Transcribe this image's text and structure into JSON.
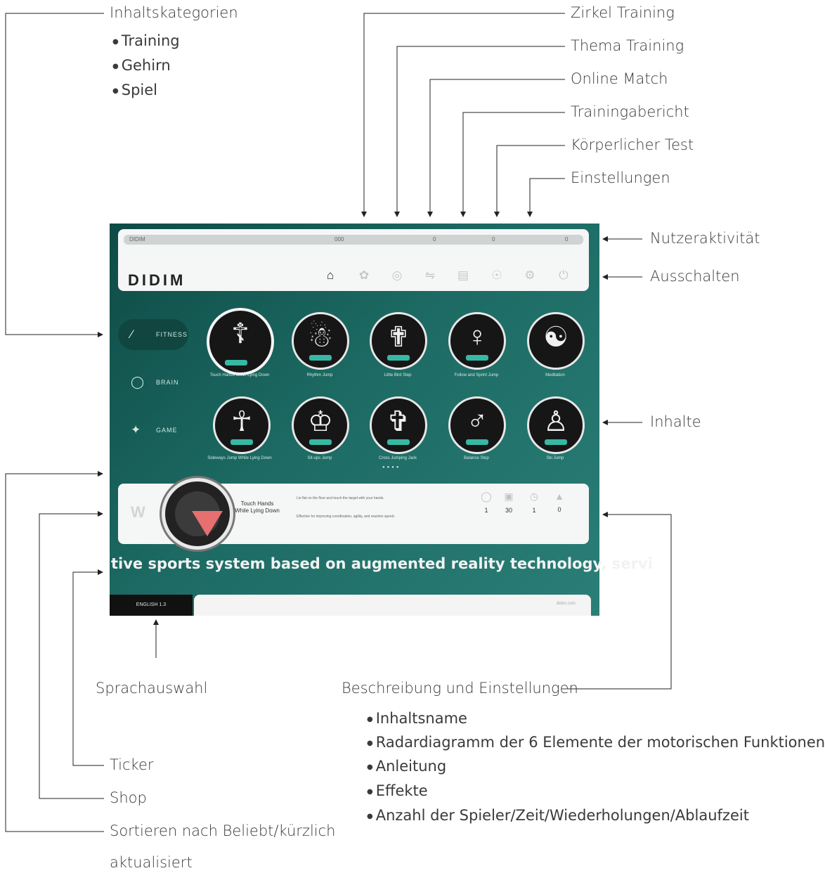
{
  "callouts": {
    "categories_title": "Inhaltskategorien",
    "category_items": [
      "Training",
      "Gehirn",
      "Spiel"
    ],
    "top": [
      "Zirkel Training",
      "Thema Training",
      "Online Match",
      "Trainingabericht",
      "Körperlicher Test",
      "Einstellungen"
    ],
    "user_activity": "Nutzeraktivität",
    "power_off": "Ausschalten",
    "contents": "Inhalte",
    "language": "Sprachauswahl",
    "description_title": "Beschreibung und Einstellungen",
    "description_items": [
      "Inhaltsname",
      "Radardiagramm der 6 Elemente der motorischen Funktionen",
      "Anleitung",
      "Effekte",
      "Anzahl der Spieler/Zeit/Wiederholungen/Ablaufzeit"
    ],
    "ticker": "Ticker",
    "shop": "Shop",
    "sort_line1": "Sortieren nach Beliebt/kürzlich",
    "sort_line2": "aktualisiert"
  },
  "screen": {
    "activity": {
      "user": "DIDIM",
      "v1": "000",
      "v2": "0",
      "v3": "0",
      "v4": "0"
    },
    "logo": "DIDIM",
    "nav_icons": [
      "home-icon",
      "circuit-icon",
      "theme-icon",
      "match-icon",
      "report-icon",
      "test-icon",
      "settings-icon",
      "power-icon"
    ],
    "categories": [
      {
        "label": "FITNESS",
        "icon": "fitness-icon",
        "active": true
      },
      {
        "label": "BRAIN",
        "icon": "brain-icon",
        "active": false
      },
      {
        "label": "GAME",
        "icon": "game-icon",
        "active": false
      }
    ],
    "tiles": [
      {
        "caption": "Touch Hands While Lying Down"
      },
      {
        "caption": "Rhythm Jump"
      },
      {
        "caption": "Little Bird Step"
      },
      {
        "caption": "Follow and Sprint Jump"
      },
      {
        "caption": "Meditation"
      },
      {
        "caption": "Sideways Jump While Lying Down"
      },
      {
        "caption": "Sit-ups Jump"
      },
      {
        "caption": "Cross Jumping Jack"
      },
      {
        "caption": "Balance Step"
      },
      {
        "caption": "Ski Jump"
      }
    ],
    "accent": "#e66f70",
    "teal": "#1c6a63",
    "content_name_line1": "Touch Hands",
    "content_name_line2": "While Lying Down",
    "instruction1": "Lie flat on the floor and touch the target with your hands.",
    "instruction2": "Effective for improving coordination, agility, and reaction speed.",
    "stats": [
      "1",
      "30",
      "1",
      "0"
    ],
    "ticker_text": "tive sports system based on augmented reality technology, servi",
    "language": "ENGLISH 1.3",
    "footer_text": "didim.com"
  }
}
